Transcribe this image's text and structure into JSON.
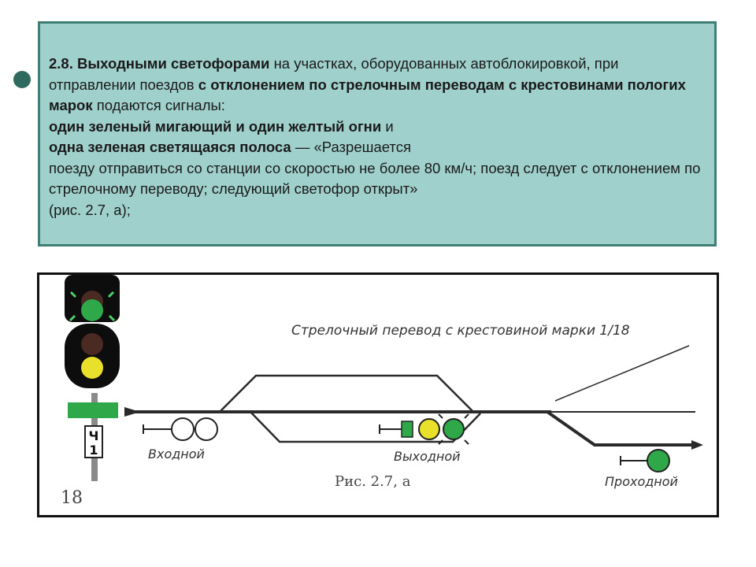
{
  "text_block": {
    "segments": [
      {
        "text": "2.8. Выходными светофорами",
        "bold": true
      },
      {
        "text": " на участках, оборудованных автоблокировкой, при отправлении поездов ",
        "bold": false
      },
      {
        "text": "с отклонением по стрелочным переводам с крестовинами пологих марок",
        "bold": true
      },
      {
        "text": " подаются сигналы:",
        "bold": false,
        "br_after": true
      },
      {
        "text": "один зеленый мигающий и один желтый огни",
        "bold": true
      },
      {
        "text": " и",
        "bold": false,
        "br_after": true
      },
      {
        "text": "одна зеленая светящаяся полоса",
        "bold": true
      },
      {
        "text": " — «Разрешается",
        "bold": false,
        "br_after": true
      },
      {
        "text": "поезду отправиться со станции со скоростью не более 80 км/ч; поезд следует с отклонением по стрелочному переводу; следующий светофор открыт»",
        "bold": false,
        "br_after": true
      },
      {
        "text": "(рис. 2.7, а);",
        "bold": false
      }
    ]
  },
  "diagram": {
    "switch_label": "Стрелочный перевод с крестовиной марки 1/18",
    "entry_label": "Входной",
    "exit_label": "Выходной",
    "passing_label": "Проходной",
    "caption": "Рис. 2.7, а",
    "page_number": "18",
    "mast_plate_top": "Ч",
    "mast_plate_bottom": "1",
    "colors": {
      "green": "#2fa84a",
      "yellow": "#e8e02a",
      "dark_lamp": "#4a2a22",
      "head": "#0d0d0d"
    }
  }
}
